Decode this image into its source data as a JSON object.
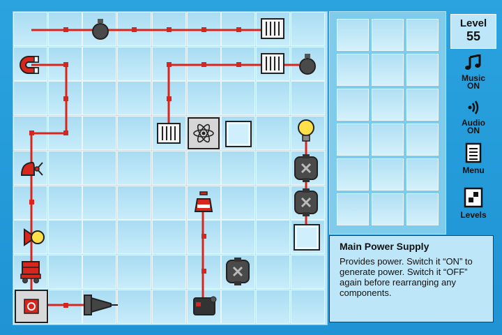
{
  "board": {
    "cols": 9,
    "rows": 9
  },
  "inventory": {
    "cols": 3,
    "rows": 6
  },
  "level": {
    "label": "Level",
    "number": "55"
  },
  "controls": {
    "music_label": "Music",
    "music_state": "ON",
    "audio_label": "Audio",
    "audio_state": "ON",
    "menu_label": "Menu",
    "levels_label": "Levels"
  },
  "info": {
    "title": "Main Power Supply",
    "description": "Provides power. Switch it “ON” to generate power. Switch it “OFF” again before rearranging any components."
  },
  "colors": {
    "wire": "#d9261c",
    "node": "#e0322a",
    "background": "#2aa3df"
  }
}
